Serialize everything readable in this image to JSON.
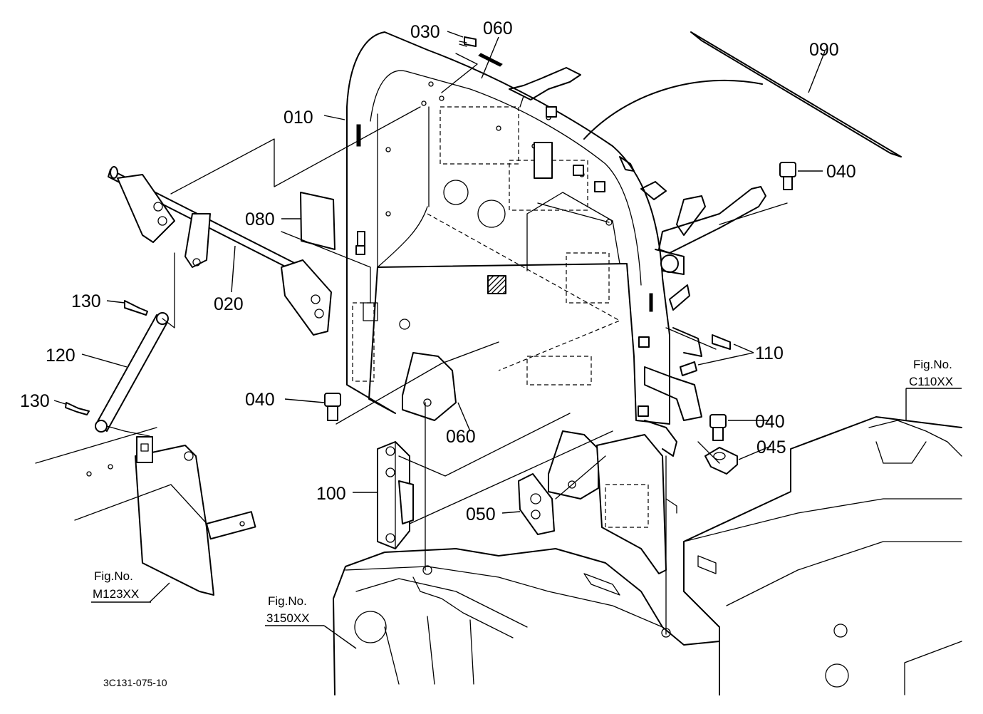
{
  "drawing": {
    "code": "3C131-075-10",
    "callouts": {
      "c010": "010",
      "c020": "020",
      "c030": "030",
      "c040a": "040",
      "c040b": "040",
      "c040c": "040",
      "c045": "045",
      "c050": "050",
      "c060a": "060",
      "c060b": "060",
      "c080": "080",
      "c090": "090",
      "c100": "100",
      "c110": "110",
      "c120": "120",
      "c130a": "130",
      "c130b": "130"
    },
    "figure_refs": {
      "fig_c110": {
        "label": "Fig.No.",
        "number": "C110XX"
      },
      "fig_m123": {
        "label": "Fig.No.",
        "number": "M123XX"
      },
      "fig_3150": {
        "label": "Fig.No.",
        "number": "3150XX"
      }
    }
  }
}
